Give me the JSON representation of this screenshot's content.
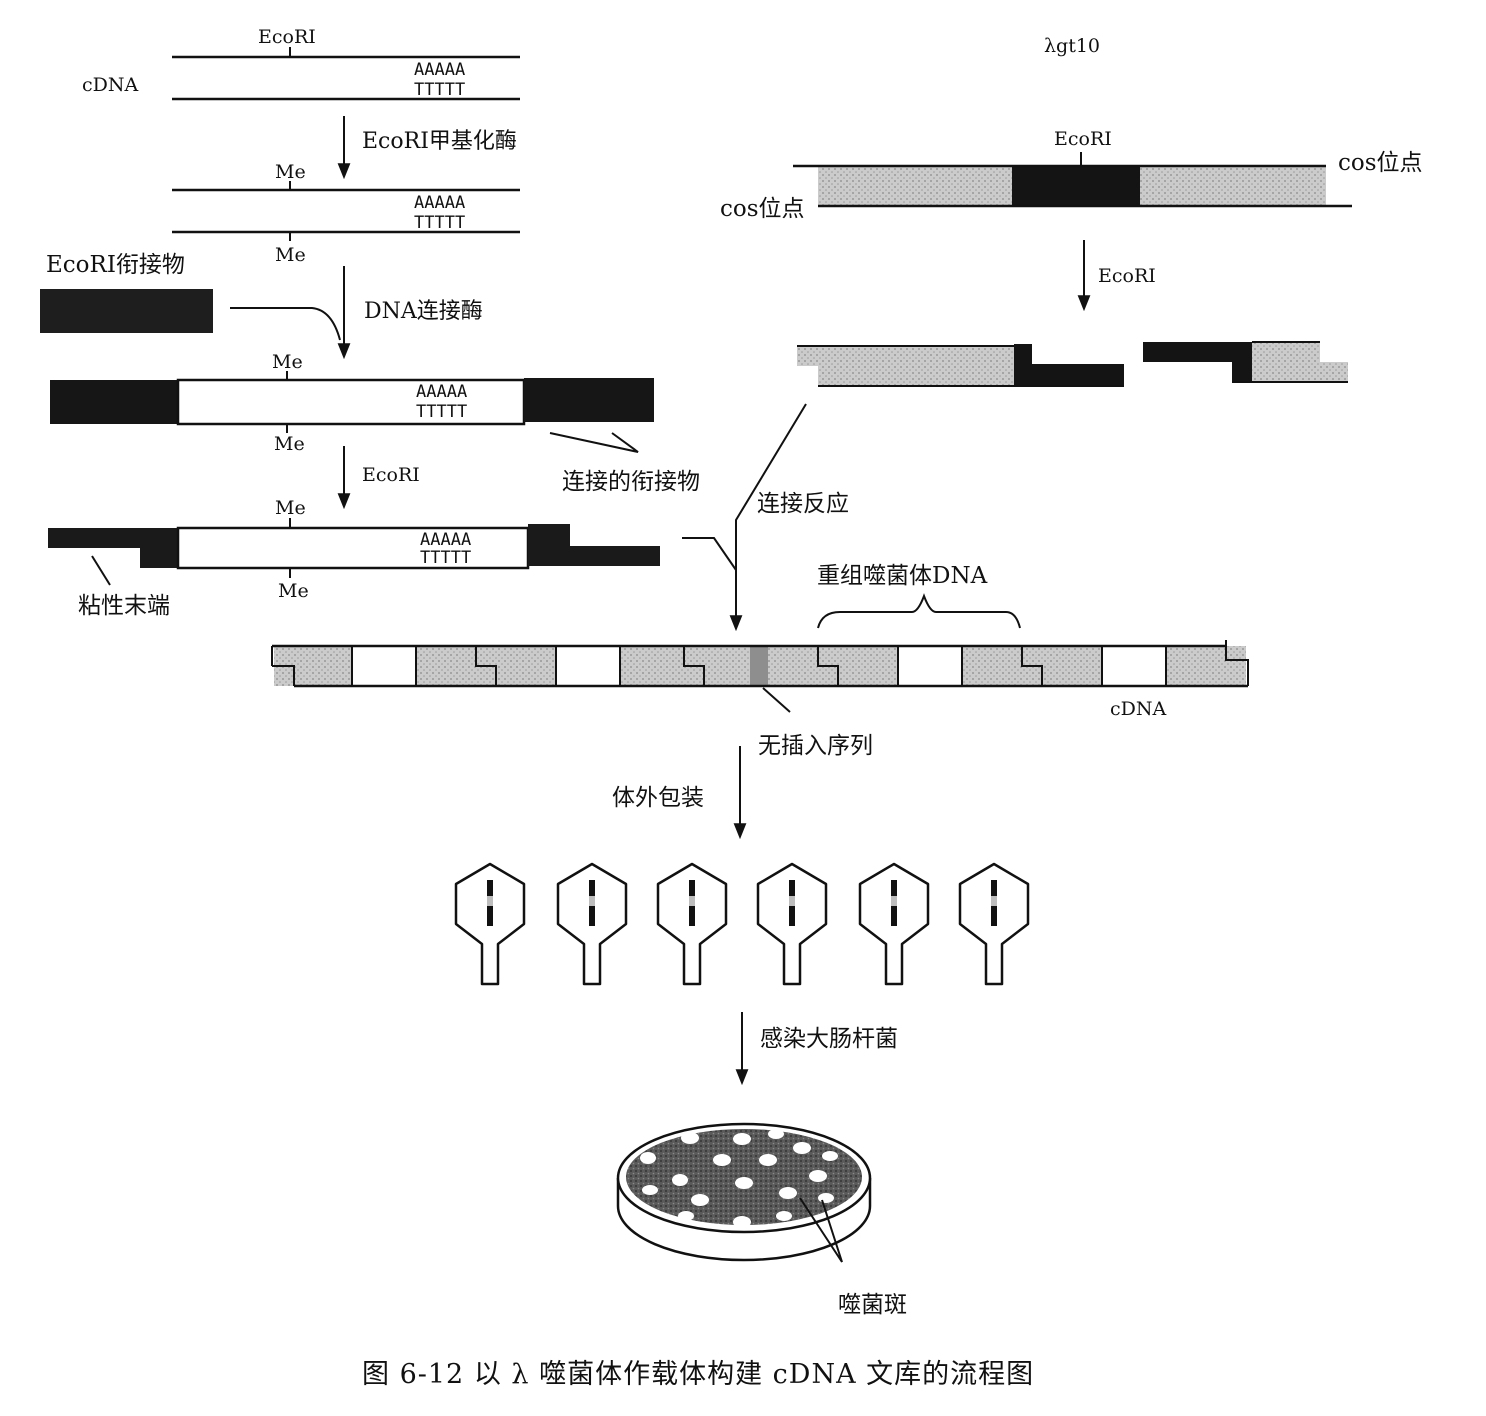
{
  "colors": {
    "ink": "#111111",
    "stipple": "#c9c9c9",
    "dark": "#161616",
    "plate": "#505050",
    "plaque": "#ffffff"
  },
  "labels": {
    "cdna_top": "cDNA",
    "ecori_top": "EcoRI",
    "polyA": "AAAAA",
    "polyT": "TTTTT",
    "step_methylase": "EcoRI甲基化酶",
    "me": "Me",
    "linker_label": "EcoRI衔接物",
    "step_ligase": "DNA连接酶",
    "ligated_linkers": "连接的衔接物",
    "step_ecori": "EcoRI",
    "sticky_end": "粘性末端",
    "vector_name": "λgt10",
    "vector_ecori": "EcoRI",
    "cos_right": "cos位点",
    "cos_left": "cos位点",
    "vector_ecori_step": "EcoRI",
    "ligation_reaction": "连接反应",
    "recombinant_dna": "重组噬菌体DNA",
    "cdna_bottom": "cDNA",
    "no_insert": "无插入序列",
    "in_vitro_packaging": "体外包装",
    "infect_ecoli": "感染大肠杆菌",
    "plaques": "噬菌斑",
    "caption": "图 6-12   以 λ 噬菌体作载体构建 cDNA 文库的流程图"
  }
}
